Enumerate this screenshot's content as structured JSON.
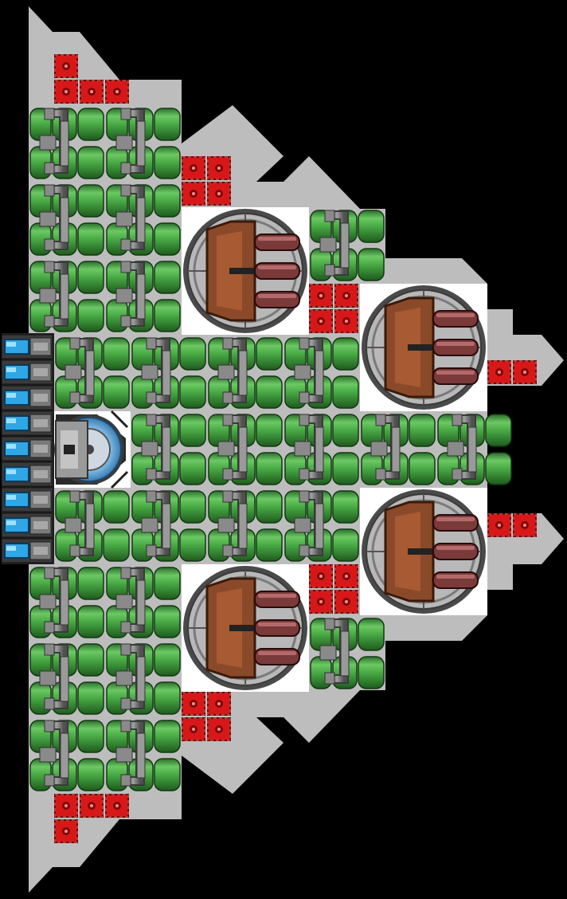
{
  "canvas": {
    "background": "#000000"
  },
  "palette": {
    "hull": "#bdbdbd",
    "hull_edge": "#9a9a9a",
    "interior": "#ffffff",
    "tank_green": "#3c9a3c",
    "tank_green_light": "#74d06c",
    "tank_green_dark": "#1e5a1e",
    "pipe_gray": "#7b7b7b",
    "pipe_dark": "#4a4a4a",
    "armor_red": "#d81818",
    "armor_red_dark": "#7a0a0a",
    "turret_ring": "#5a5a5a",
    "turret_base": "#b4b4b4",
    "turret_body": "#8a4a2a",
    "turret_barrel": "#7a3a3a",
    "thruster_blue": "#2fa6e6",
    "reactor_blue": "#6ab8e8"
  },
  "icons": {
    "armor_block": "armor-block-icon",
    "fuel_tank": "fuel-tank-icon",
    "turret": "triple-cannon-turret-icon",
    "thruster": "thruster-icon",
    "cockpit": "cockpit-core-icon"
  },
  "ship": {
    "module_counts": {
      "turrets": 4,
      "thrusters": 9,
      "cockpit": 1
    }
  }
}
